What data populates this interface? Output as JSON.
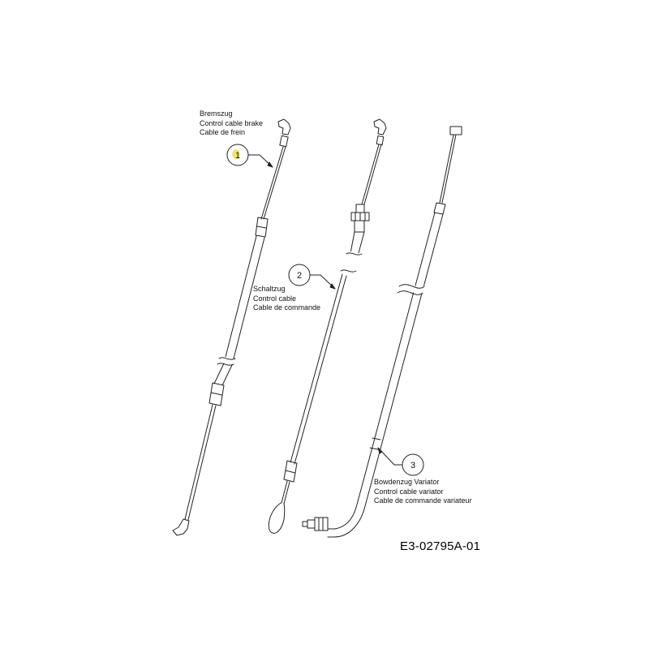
{
  "parts": [
    {
      "ref": "1",
      "labels": [
        "Bremszug",
        "Control cable brake",
        "Cable de frein"
      ]
    },
    {
      "ref": "2",
      "labels": [
        "Schaltzug",
        "Control cable",
        "Cable de commande"
      ]
    },
    {
      "ref": "3",
      "labels": [
        "Bowdenzug Variator",
        "Control cable variator",
        "Cable de commande variateur"
      ]
    }
  ],
  "drawing_id": "E3-02795A-01",
  "colors": {
    "line": "#222222",
    "highlight": "#f2df55",
    "background": "#ffffff"
  }
}
